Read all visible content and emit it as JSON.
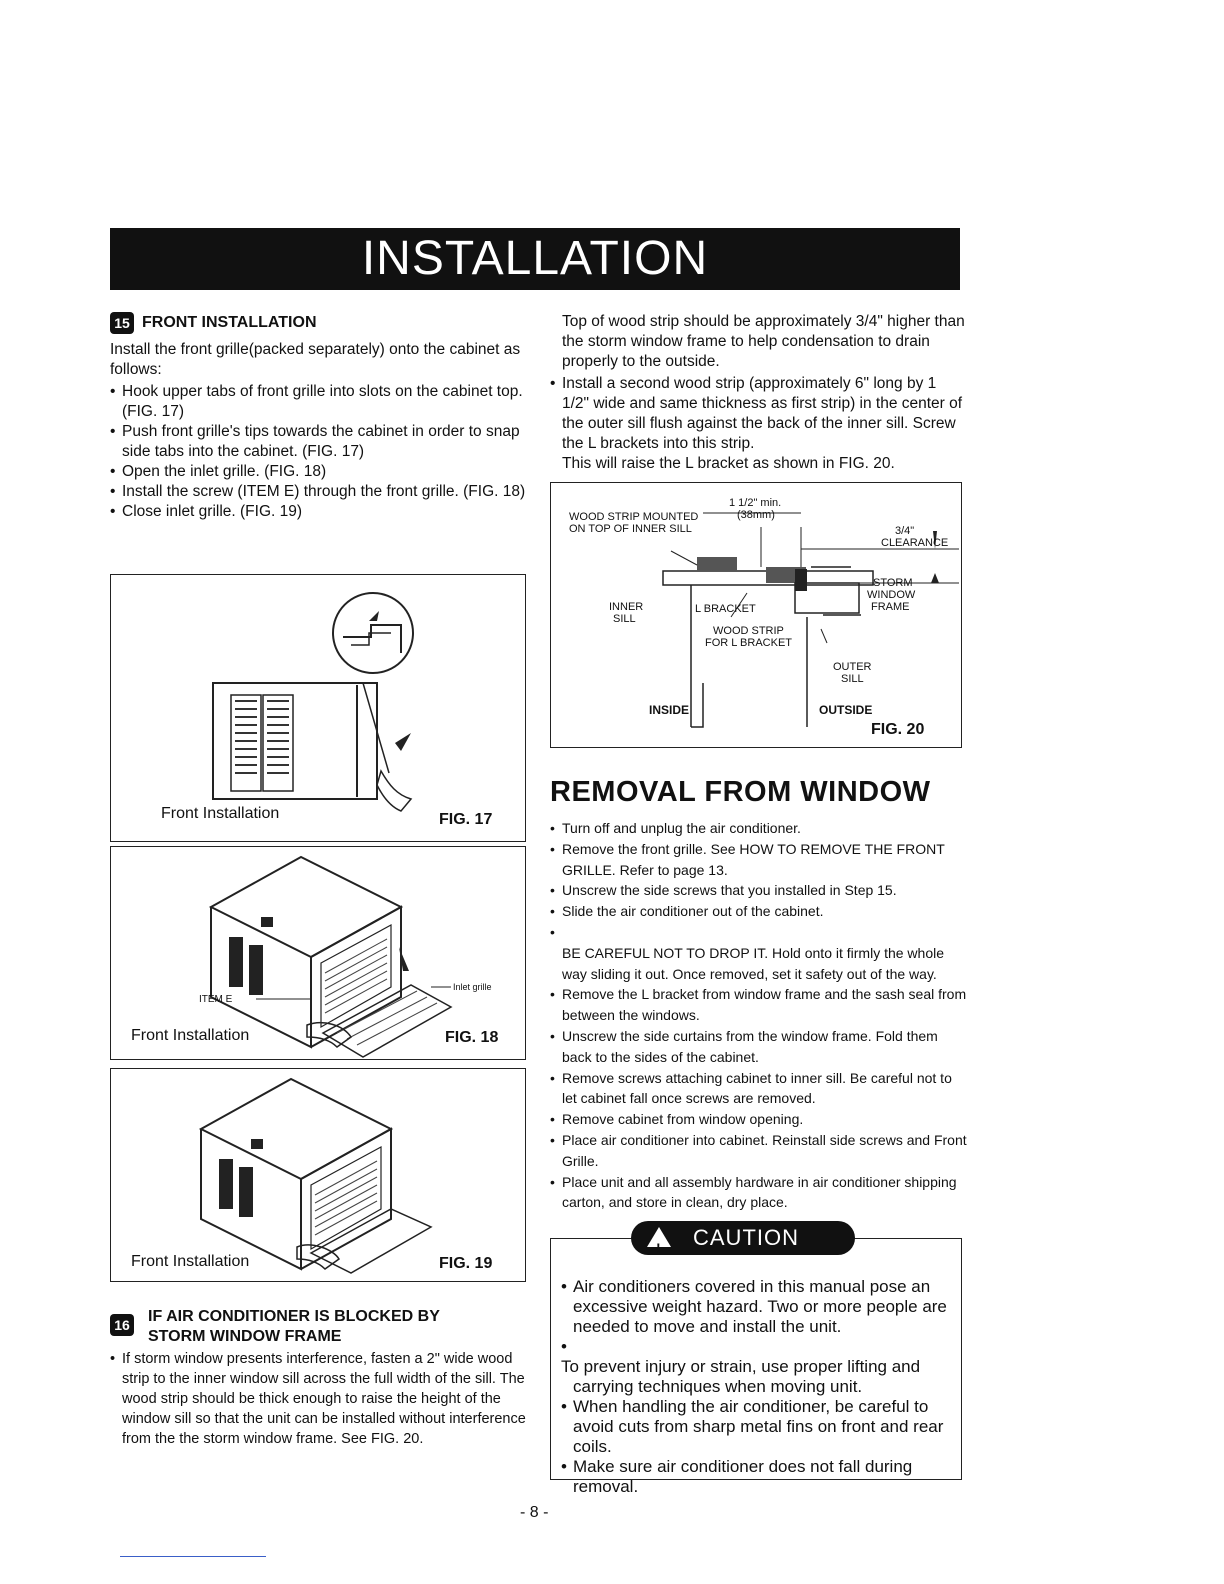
{
  "banner": {
    "title": "INSTALLATION"
  },
  "step15": {
    "number": "15",
    "heading": "FRONT INSTALLATION",
    "intro": "Install the front grille(packed separately) onto the cabinet as follows:",
    "bullets": [
      "Hook upper tabs of front grille into slots on the cabinet top. (FIG. 17)",
      "Push front grille's tips towards the cabinet in order to snap side tabs into the cabinet. (FIG. 17)",
      "Open the inlet grille. (FIG. 18)",
      "Install the screw (ITEM E) through the front grille. (FIG. 18)",
      "Close inlet grille. (FIG. 19)"
    ]
  },
  "fig17": {
    "caption": "Front Installation",
    "number": "FIG. 17"
  },
  "fig18": {
    "caption": "Front Installation",
    "number": "FIG. 18",
    "label_item": "ITEM E",
    "label_inlet": "Inlet grille"
  },
  "fig19": {
    "caption": "Front Installation",
    "number": "FIG. 19"
  },
  "step16": {
    "number": "16",
    "heading_line1": "IF AIR CONDITIONER IS BLOCKED BY",
    "heading_line2": "STORM WINDOW FRAME",
    "bullet": "If storm window presents interference, fasten a 2\" wide wood strip to the inner window sill across the full width of the sill. The wood strip should be thick enough to raise the height of the window sill so that the unit can be installed without interference from the the storm window frame. See FIG. 20."
  },
  "right_intro": {
    "para": "Top of wood strip should be approximately 3/4\" higher than the storm window frame to help condensation to drain properly to the outside.",
    "bullet": "Install a second wood strip (approximately 6\" long by 1 1/2\" wide and same thickness as first strip) in the center of the outer sill flush against the back of the inner sill. Screw the L brackets into this strip.",
    "after": "This will raise the L bracket as shown in FIG. 20."
  },
  "fig20": {
    "min": "1 1/2\" min.",
    "mm": "(38mm)",
    "wood_mounted_1": "WOOD STRIP MOUNTED",
    "wood_mounted_2": "ON TOP OF INNER SILL",
    "three_quarter": "3/4\"",
    "clearance": "CLEARANCE",
    "storm_1": "STORM",
    "storm_2": "WINDOW",
    "storm_3": "FRAME",
    "inner_1": "INNER",
    "inner_2": "SILL",
    "l_bracket": "L BRACKET",
    "wood_strip_1": "WOOD STRIP",
    "wood_strip_2": "FOR L BRACKET",
    "outer_1": "OUTER",
    "outer_2": "SILL",
    "inside": "INSIDE",
    "outside": "OUTSIDE",
    "number": "FIG. 20"
  },
  "removal": {
    "heading": "REMOVAL FROM WINDOW",
    "items": [
      "Turn off and unplug the air conditioner.",
      "Remove the front grille. See HOW TO REMOVE THE FRONT GRILLE. Refer to page 13.",
      "Unscrew the side screws that you installed in Step 15.",
      "Slide the air conditioner out of the cabinet.",
      "Remove the L bracket from window frame and the sash seal from between the windows.",
      "Unscrew the side curtains from the window frame. Fold them back to the sides of the cabinet.",
      "Remove screws attaching cabinet to inner sill. Be careful not to let cabinet fall once screws are removed.",
      "Remove cabinet from window opening.",
      "Place air conditioner into cabinet. Reinstall side screws and Front Grille.",
      "Place unit and all assembly hardware in air conditioner shipping carton, and store in clean, dry place."
    ],
    "careful": "BE CAREFUL NOT TO DROP IT. Hold onto it firmly the whole way sliding it out. Once removed, set it safety out of the way."
  },
  "caution": {
    "label": "CAUTION",
    "items": [
      "Air conditioners covered in this manual pose an excessive weight hazard. Two or more people are needed to move and install the unit.",
      "When handling the air conditioner, be careful to avoid cuts from sharp metal fins on front and rear coils.",
      "Make sure air conditioner does not fall during removal."
    ],
    "extra": "To prevent injury or strain, use proper lifting and carrying techniques when moving unit."
  },
  "page": {
    "number": "- 8 -"
  }
}
